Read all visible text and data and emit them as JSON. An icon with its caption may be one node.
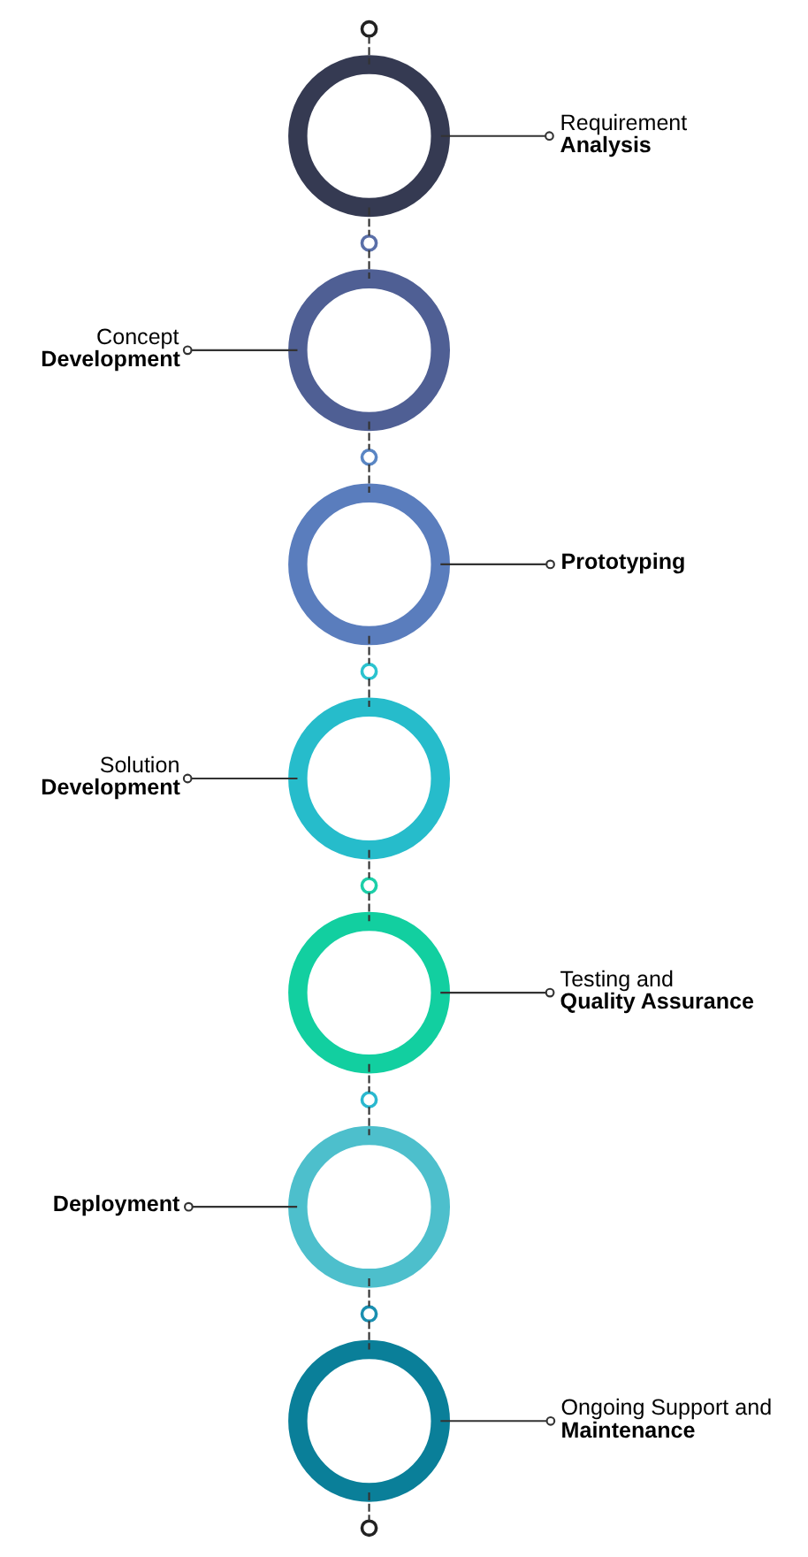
{
  "diagram": {
    "nodes": [
      {
        "text": [],
        "shape": "circle"
      },
      {
        "text": [],
        "shape": "circle"
      },
      {
        "text": [
          "Requirement **Analysis**"
        ]
      },
      {
        "text": [],
        "shape": "circle"
      },
      {
        "text": [],
        "shape": "circle"
      },
      {
        "text": [
          "Concept **Development**"
        ]
      },
      {
        "text": [],
        "shape": "circle"
      },
      {
        "text": [],
        "shape": "circle"
      },
      {
        "text": [
          "Prototyping"
        ]
      },
      {
        "text": [],
        "shape": "circle"
      },
      {
        "text": [],
        "shape": "circle"
      },
      {
        "text": [
          "Solution **Development**"
        ]
      },
      {
        "text": [],
        "shape": "circle"
      },
      {
        "text": [],
        "shape": "circle"
      },
      {
        "text": [
          "Testing and **Quality Assurance**"
        ]
      },
      {
        "text": [],
        "shape": "circle"
      },
      {
        "text": [],
        "shape": "circle"
      },
      {
        "text": [
          "Deployment"
        ]
      },
      {
        "text": [],
        "shape": "circle"
      },
      {
        "text": [],
        "shape": "circle"
      },
      {
        "text": [
          "Ongoing Support and **Maintenance**"
        ]
      },
      {
        "text": [],
        "shape": "circle"
      }
    ],
    "edges": [
      {
        "from": 0,
        "to": 1,
        "arrow": "none",
        "style": "dashed"
      },
      {
        "from": 2,
        "to": 1,
        "arrow": "other"
      },
      {
        "from": 1,
        "to": 3,
        "arrow": "none",
        "style": "dashed"
      },
      {
        "from": 3,
        "to": 4,
        "arrow": "none",
        "style": "dashed"
      },
      {
        "from": 5,
        "to": 4,
        "arrow": "other"
      },
      {
        "from": 4,
        "to": 6,
        "arrow": "none",
        "style": "dashed"
      },
      {
        "from": 6,
        "to": 7,
        "arrow": "none",
        "style": "dashed"
      },
      {
        "from": 8,
        "to": 7,
        "arrow": "other"
      },
      {
        "from": 7,
        "to": 9,
        "arrow": "none",
        "style": "dashed"
      },
      {
        "from": 9,
        "to": 10,
        "arrow": "none",
        "style": "dashed"
      },
      {
        "from": 11,
        "to": 10,
        "arrow": "other"
      },
      {
        "from": 10,
        "to": 12,
        "arrow": "none",
        "style": "dashed"
      },
      {
        "from": 12,
        "to": 13,
        "arrow": "none",
        "style": "dashed"
      },
      {
        "from": 14,
        "to": 13,
        "arrow": "other"
      },
      {
        "from": 13,
        "to": 15,
        "arrow": "none",
        "style": "dashed"
      },
      {
        "from": 15,
        "to": 16,
        "arrow": "none",
        "style": "dashed"
      },
      {
        "from": 17,
        "to": 16,
        "arrow": "other"
      },
      {
        "from": 16,
        "to": 18,
        "arrow": "none",
        "style": "dashed"
      },
      {
        "from": 18,
        "to": 19,
        "arrow": "none",
        "style": "dashed"
      },
      {
        "from": 20,
        "to": 19,
        "arrow": "other"
      },
      {
        "from": 19,
        "to": 21,
        "arrow": "none",
        "style": "dashed"
      }
    ]
  }
}
